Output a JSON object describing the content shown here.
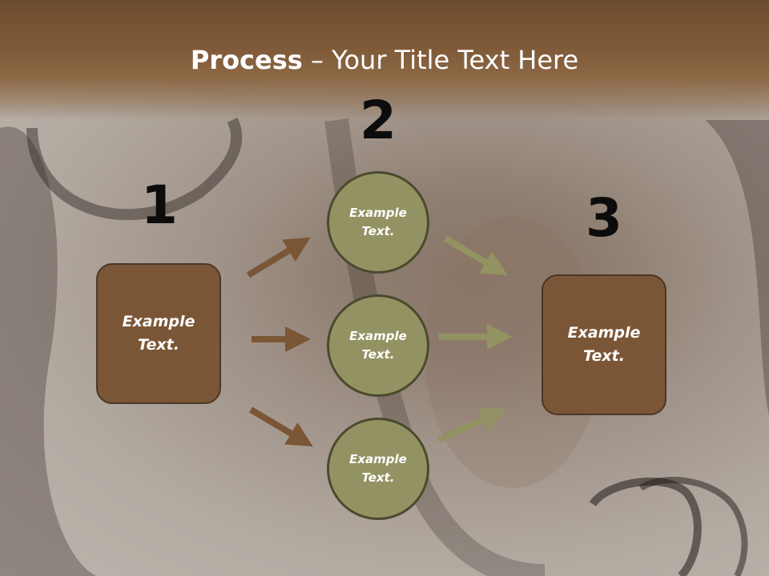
{
  "title": {
    "bold": "Process",
    "rest": " – Your Title Text Here"
  },
  "steps": {
    "one": "1",
    "two": "2",
    "three": "3"
  },
  "boxes": {
    "left": "Example\nText.",
    "right": "Example\nText."
  },
  "circles": {
    "top": "Example\nText.",
    "middle": "Example\nText.",
    "bottom": "Example\nText."
  },
  "colors": {
    "box_fill": "#7b5636",
    "circle_fill": "#939262",
    "arrow_brown": "#7b5636",
    "arrow_olive": "#939262",
    "header": "#7f5a38"
  }
}
